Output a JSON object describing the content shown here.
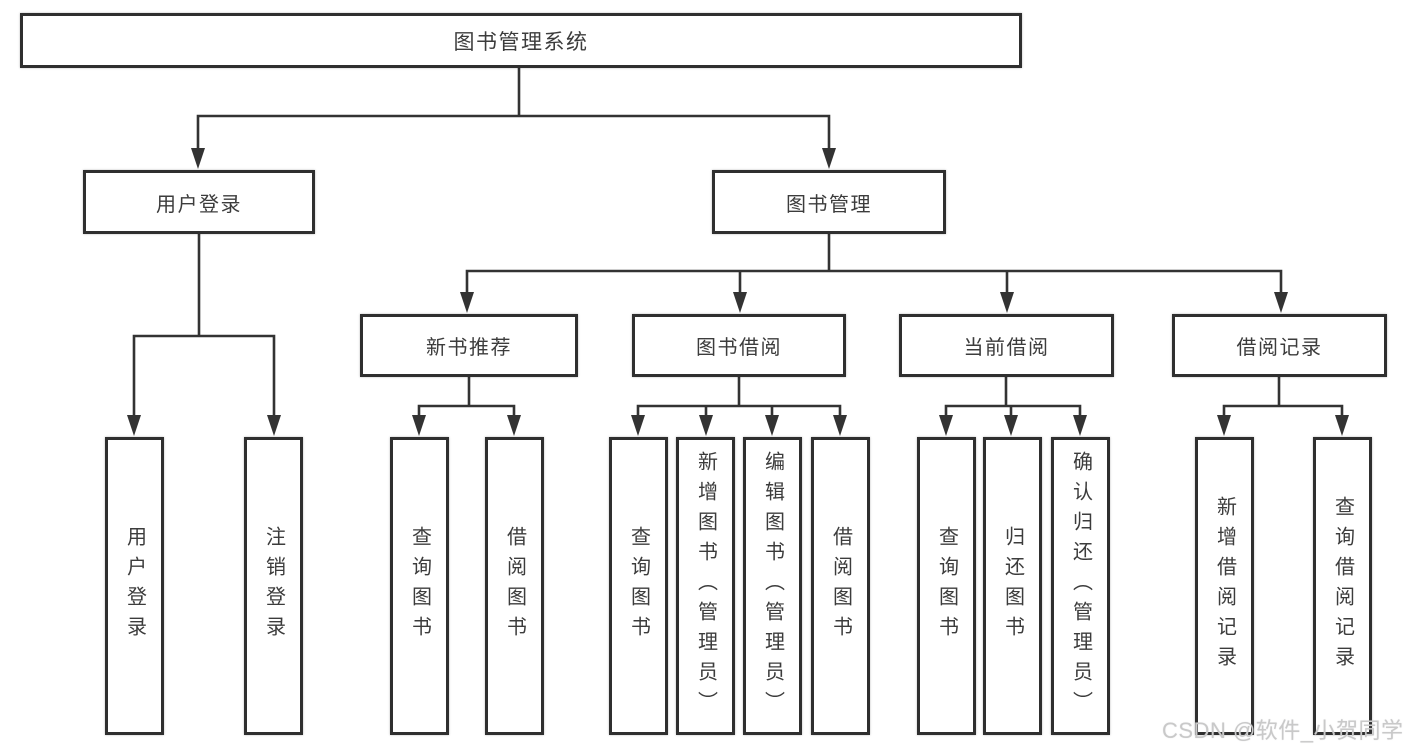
{
  "tree": {
    "label": "图书管理系统",
    "children": [
      {
        "label": "用户登录",
        "children": [
          {
            "label": "用户登录"
          },
          {
            "label": "注销登录"
          }
        ]
      },
      {
        "label": "图书管理",
        "children": [
          {
            "label": "新书推荐",
            "children": [
              {
                "label": "查询图书"
              },
              {
                "label": "借阅图书"
              }
            ]
          },
          {
            "label": "图书借阅",
            "children": [
              {
                "label": "查询图书"
              },
              {
                "label": "新增图书（管理员）"
              },
              {
                "label": "编辑图书（管理员）"
              },
              {
                "label": "借阅图书"
              }
            ]
          },
          {
            "label": "当前借阅",
            "children": [
              {
                "label": "查询图书"
              },
              {
                "label": "归还图书"
              },
              {
                "label": "确认归还（管理员）"
              }
            ]
          },
          {
            "label": "借阅记录",
            "children": [
              {
                "label": "新增借阅记录"
              },
              {
                "label": "查询借阅记录"
              }
            ]
          }
        ]
      }
    ]
  },
  "watermark": {
    "text": "CSDN @软件_小贺同学",
    "color": "#c9c9c9"
  },
  "colors": {
    "line": "#333333",
    "box_border": "#2f2f2f",
    "text": "#3c3c3c",
    "background": "#ffffff"
  }
}
